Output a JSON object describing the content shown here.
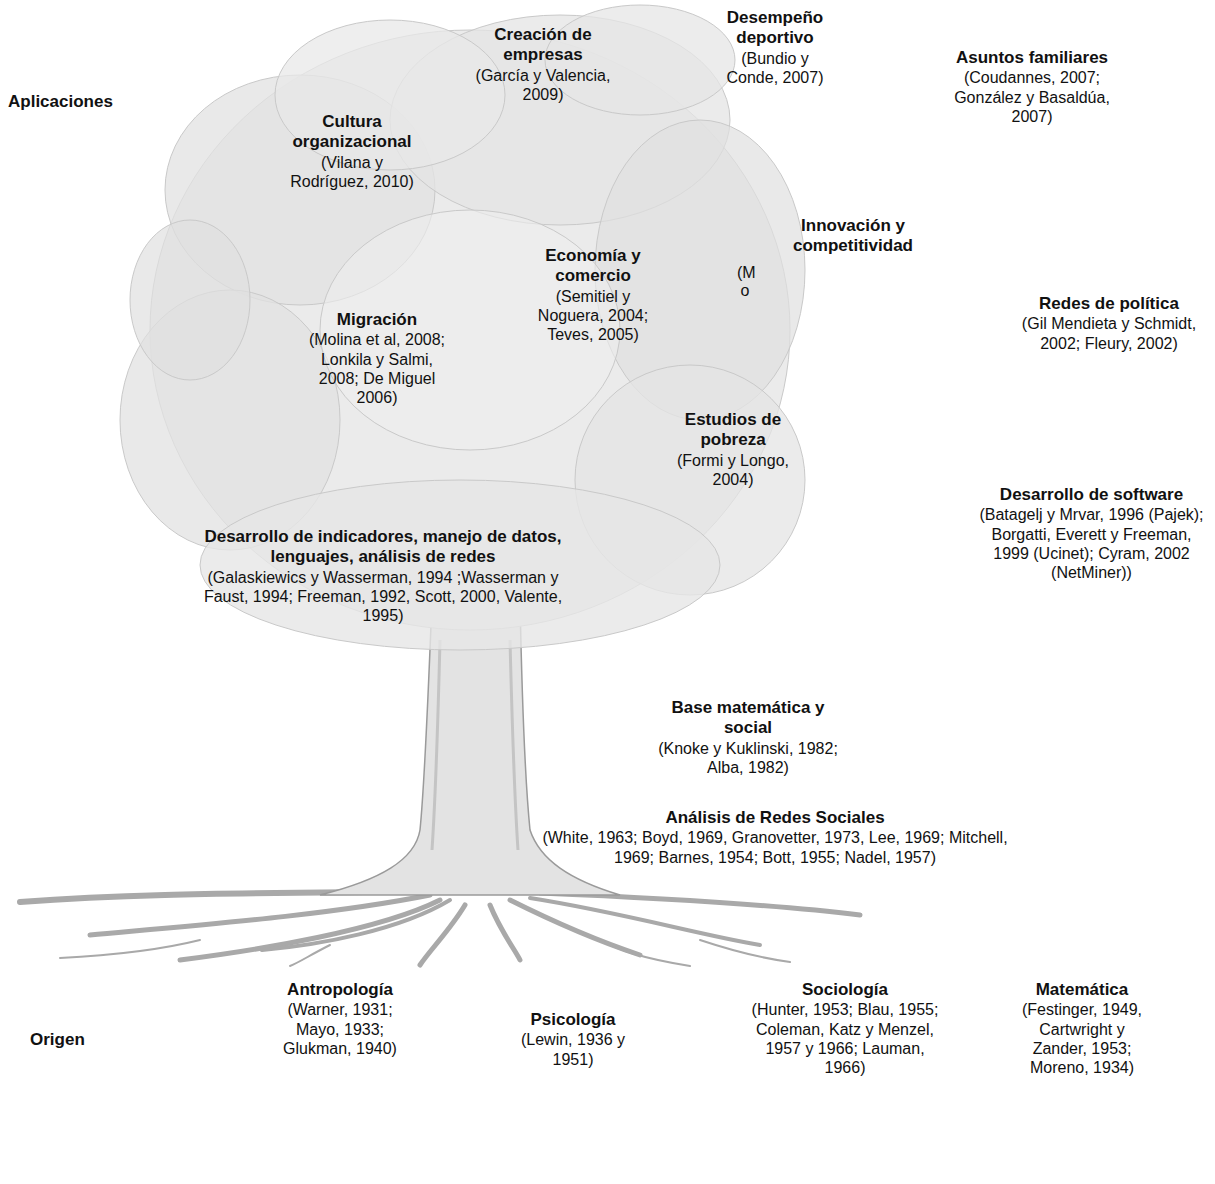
{
  "diagram": {
    "labels": [
      "Aplicaciones",
      "Creación de empresas",
      "(García y Valencia, 2009)",
      "Desempeño deportivo",
      "(Bundio y Conde, 2007)",
      "Asuntos familiares",
      "(Coudannes, 2007; González y Basaldúa, 2007)",
      "Cultura organizacional",
      "(Vilana y Rodríguez, 2010)",
      "Innovación y competitividad",
      "(Mo",
      "Economía y comercio",
      "(Semitiel y Noguera, 2004; Teves, 2005)",
      "Redes de política",
      "(Gil Mendieta y Schmidt, 2002; Fleury, 2002)",
      "Migración",
      "(Molina et al, 2008; Lonkila y Salmi, 2008; De Miguel 2006)",
      "Estudios de pobreza",
      "(Formi y Longo, 2004)",
      "Desarrollo de indicadores, manejo de datos, lenguajes, análisis de redes",
      "(Galaskiewics y Wasserman, 1994 ;Wasserman y Faust, 1994; Freeman, 1992, Scott, 2000, Valente, 1995)",
      "Desarrollo de software",
      "(Batagelj y Mrvar, 1996 (Pajek); Borgatti, Everett y Freeman, 1999 (Ucinet); Cyram, 2002 (NetMiner))",
      "Base matemática y social",
      "(Knoke y Kuklinski, 1982; Alba, 1982)",
      "Análisis de Redes Sociales",
      "(White, 1963; Boyd, 1969, Granovetter, 1973, Lee, 1969; Mitchell, 1969; Barnes, 1954; Bott, 1955; Nadel, 1957)",
      "Origen",
      "Antropología",
      "(Warner, 1931; Mayo, 1933; Glukman, 1940)",
      "Psicología",
      "(Lewin, 1936 y 1951)",
      "Sociología",
      "(Hunter, 1953; Blau, 1955; Coleman, Katz y Menzel, 1957 y 1966; Lauman, 1966)",
      "Matemática",
      "(Festinger, 1949, Cartwright y Zander, 1953; Moreno, 1934)"
    ]
  }
}
